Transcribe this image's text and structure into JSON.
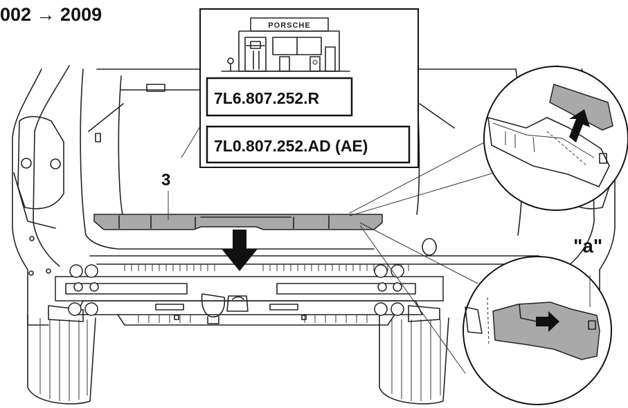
{
  "year_range": "002 → 2009",
  "dealer_sign": "PORSCHE",
  "part_numbers": [
    "7L6.807.252.R",
    "7L0.807.252.AD (AE)"
  ],
  "callout_number": "3",
  "callout_label": "\"a\""
}
